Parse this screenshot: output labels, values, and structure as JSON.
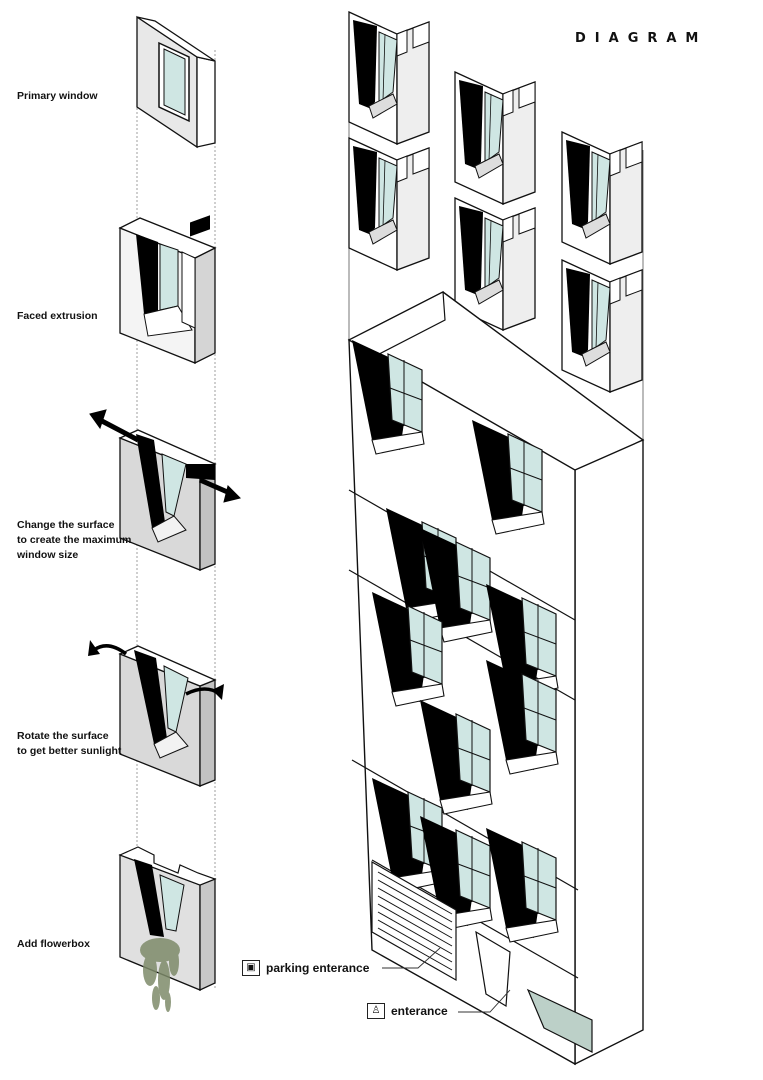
{
  "title": "DIAGRAM",
  "steps": [
    {
      "lines": [
        "Primary window"
      ]
    },
    {
      "lines": [
        "Faced extrusion"
      ]
    },
    {
      "lines": [
        "Change the surface",
        "to create the maximum",
        "window size"
      ]
    },
    {
      "lines": [
        "Rotate the surface",
        "to get better sunlight"
      ]
    },
    {
      "lines": [
        "Add flowerbox"
      ]
    }
  ],
  "callouts": {
    "parking": {
      "label": "parking enterance",
      "icon": "car-icon"
    },
    "entrance": {
      "label": "enterance",
      "icon": "pedestrian-icon"
    }
  },
  "colors": {
    "glass": "#cfe6e3",
    "wall": "#ffffff",
    "shadow": "#000000",
    "side": "#e2e2e2"
  }
}
